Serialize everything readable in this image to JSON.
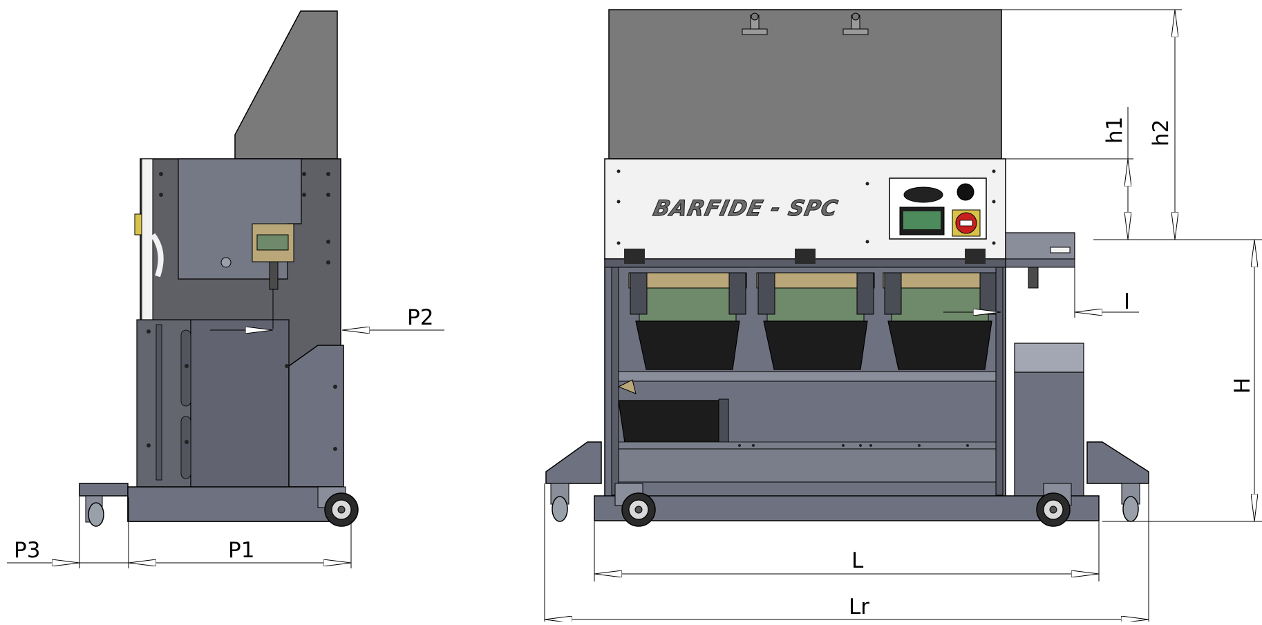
{
  "colors": {
    "hopper": "#7a7a7a",
    "frame_dark": "#5f5f66",
    "frame_mid": "#6e7280",
    "frame_light": "#8a8d9a",
    "panel_white": "#f2f2f2",
    "tray_green": "#6f8a6a",
    "tray_black": "#1c1c1c",
    "brass": "#b9a77a",
    "line": "#000000"
  },
  "branding": {
    "machine_name": "BARFIDE - SPC"
  },
  "dimensions": {
    "p1": "P1",
    "p2": "P2",
    "p3": "P3",
    "h": "H",
    "h1": "h1",
    "h2": "h2",
    "i": "I",
    "l": "L",
    "lr": "Lr"
  }
}
